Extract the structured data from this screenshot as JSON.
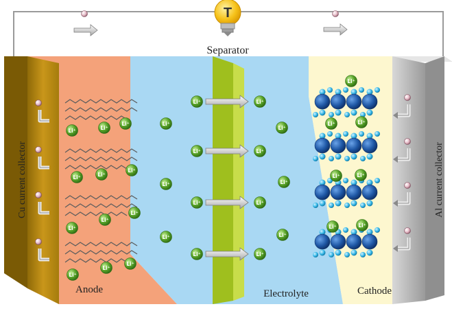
{
  "labels": {
    "bulb": "T",
    "separator": "Separator",
    "anode": "Anode",
    "electrolyte": "Electrolyte",
    "cathode": "Cathode",
    "cu_collector": "Cu current collector",
    "al_collector": "Al current collector",
    "electron": "e",
    "lithium_ion": "Li⁺"
  },
  "colors": {
    "cu_collector": "#b8860b",
    "anode": "#f4a27a",
    "electrolyte": "#a9d8f3",
    "separator": "#9fbf1e",
    "cathode": "#fdf7cf",
    "al_collector": "#b9b9b9",
    "li_ion": "#5aa52a",
    "cathode_atom": "#1f58a6",
    "bulb": "#f6c21a"
  },
  "icons": {
    "bulb": "light-bulb-icon",
    "electron": "electron-icon",
    "flow_arrow": "arrow-right-icon",
    "return_arrow": "curved-arrow-icon"
  }
}
